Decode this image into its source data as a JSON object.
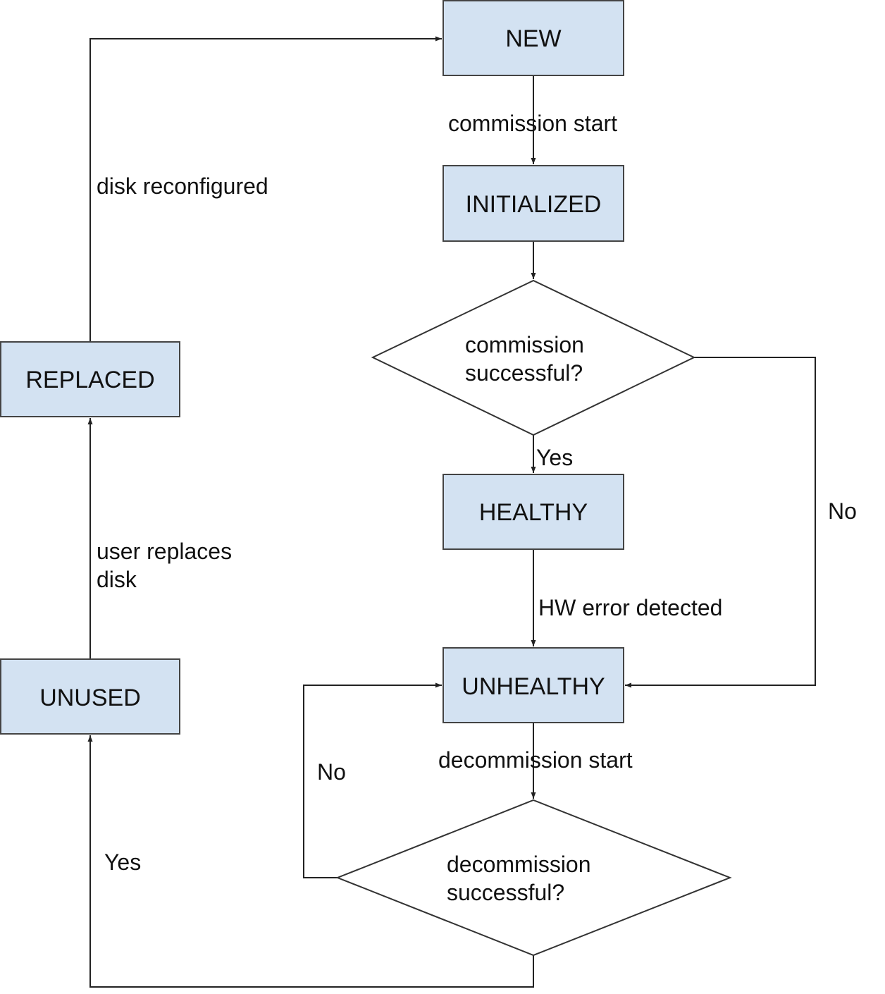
{
  "states": {
    "new": "NEW",
    "initialized": "INITIALIZED",
    "healthy": "HEALTHY",
    "unhealthy": "UNHEALTHY",
    "replaced": "REPLACED",
    "unused": "UNUSED"
  },
  "decisions": {
    "commission": {
      "line1": "commission",
      "line2": "successful?"
    },
    "decommission": {
      "line1": "decommission",
      "line2": "successful?"
    }
  },
  "transitions": {
    "commission_start": "commission start",
    "commission_yes": "Yes",
    "commission_no": "No",
    "hw_error": "HW error detected",
    "decommission_start": "decommission start",
    "decommission_no": "No",
    "decommission_yes": "Yes",
    "user_replaces": {
      "line1": "user replaces",
      "line2": "disk"
    },
    "disk_reconfigured": "disk reconfigured"
  },
  "colors": {
    "state_fill": "#d3e2f2",
    "state_border": "#444444",
    "line": "#222222"
  }
}
